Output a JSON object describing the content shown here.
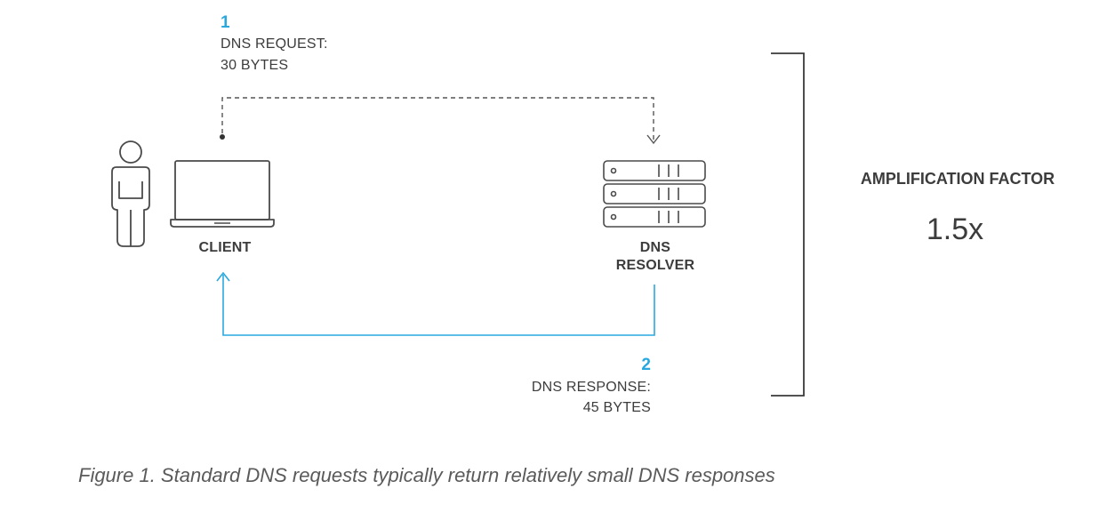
{
  "accent_color": "#29a8e0",
  "request": {
    "step": "1",
    "label": "DNS REQUEST:",
    "size": "30 BYTES"
  },
  "response": {
    "step": "2",
    "label": "DNS RESPONSE:",
    "size": "45 BYTES"
  },
  "client": {
    "label": "CLIENT",
    "icons": [
      "person-icon",
      "laptop-icon"
    ]
  },
  "resolver": {
    "label_line1": "DNS",
    "label_line2": "RESOLVER",
    "icon": "server-icon"
  },
  "amplification": {
    "title": "AMPLIFICATION FACTOR",
    "value": "1.5x"
  },
  "caption": "Figure 1. Standard DNS requests typically return relatively small DNS responses"
}
